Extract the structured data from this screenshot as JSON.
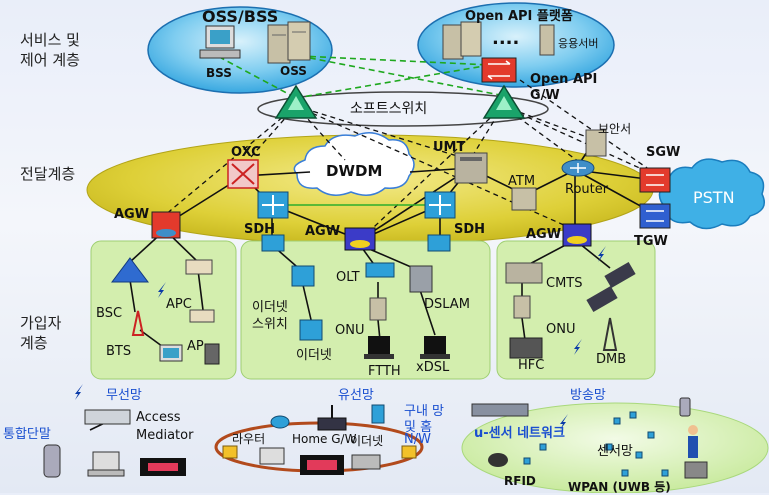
{
  "layers": {
    "service": [
      "서비스 및",
      "제어 계층"
    ],
    "transport": "전달계층",
    "access": [
      "가입자",
      "계층"
    ]
  },
  "top": {
    "oss_bss": "OSS/BSS",
    "bss": "BSS",
    "oss": "OSS",
    "open_api_platform": "Open API 플랫폼",
    "dots": "....",
    "app_server": "응용서버",
    "open_api_gw": [
      "Open API",
      "G/W"
    ],
    "softswitch": "소프트스위치",
    "security_server": "보안서"
  },
  "core": {
    "oxc": "OXC",
    "dwdm": "DWDM",
    "umt": "UMT",
    "atm": "ATM",
    "router": "Router",
    "sgw": "SGW",
    "pstn": "PSTN",
    "tgw": "TGW",
    "agw": "AGW",
    "sdh": "SDH"
  },
  "access": {
    "wireless": {
      "bsc": "BSC",
      "apc": "APC",
      "bts": "BTS",
      "ap": "AP",
      "label": "무선망"
    },
    "wired": {
      "ethernet_switch": [
        "이더넷",
        "스위치"
      ],
      "ethernet": "이더넷",
      "olt": "OLT",
      "onu": "ONU",
      "ftth": "FTTH",
      "dslam": "DSLAM",
      "xdsl": "xDSL",
      "label": "유선망"
    },
    "broadcast": {
      "cmts": "CMTS",
      "onu": "ONU",
      "hfc": "HFC",
      "dmb": "DMB",
      "label": "방송망"
    }
  },
  "bottom": {
    "terminal": "통합단말",
    "access_mediator": [
      "Access",
      "Mediator"
    ],
    "router": "라우터",
    "home_gw": "Home G/W",
    "ethernet": "이더넷",
    "home_nw": [
      "구내 망",
      "및 홈",
      "N/W"
    ],
    "usn": "u-센서 네트워크",
    "sensor_net": "센서망",
    "rfid": "RFID",
    "wpan": "WPAN (UWB 등)"
  },
  "colors": {
    "ellipse_blue": "#47b8ea",
    "core_yellow": "#dccd35",
    "access_green": "#d5efb0",
    "link_green": "#1ea81e",
    "label_blue": "#1a4fd0"
  }
}
